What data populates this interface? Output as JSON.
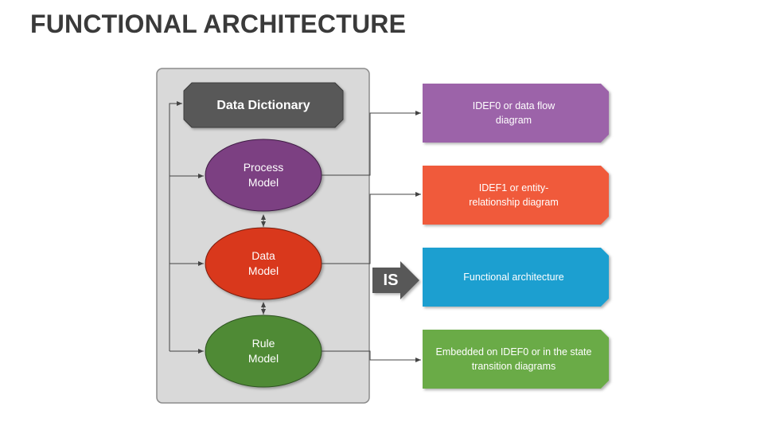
{
  "title": "FUNCTIONAL ARCHITECTURE",
  "colors": {
    "dictionary": "#595959",
    "process": "#7b3f82",
    "data": "#d9391c",
    "rule": "#4f8a36",
    "output_idef0": "#9c63a9",
    "output_idef1": "#f05a3a",
    "output_functional": "#1f9fd0",
    "output_embedded": "#6aab46",
    "is_arrow": "#595959",
    "panel": "#d9d9d9"
  },
  "models": {
    "dictionary": "Data Dictionary",
    "process": "Process\nModel",
    "data": "Data\nModel",
    "rule": "Rule\nModel"
  },
  "is_label": "IS",
  "outputs": [
    "IDEF0 or data flow\ndiagram",
    "IDEF1 or entity-\nrelationship diagram",
    "Functional architecture",
    "Embedded on IDEF0 or in the state\ntransition diagrams"
  ]
}
